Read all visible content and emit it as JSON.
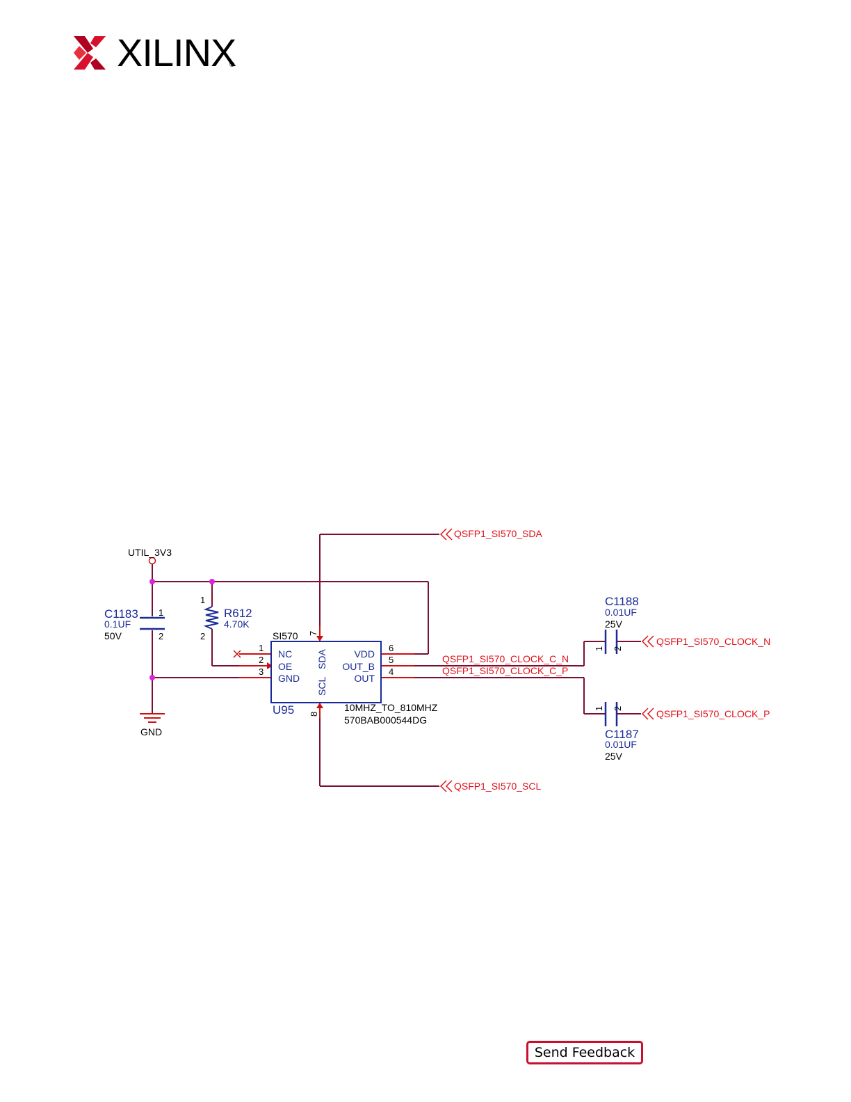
{
  "logo": {
    "text": "XILINX",
    "registered": "®"
  },
  "schematic": {
    "power_net": "UTIL_3V3",
    "ground_net": "GND",
    "c1183": {
      "ref": "C1183",
      "value": "0.1UF",
      "voltage": "50V",
      "pin1": "1",
      "pin2": "2"
    },
    "r612": {
      "ref": "R612",
      "value": "4.70K",
      "pin1": "1",
      "pin2": "2"
    },
    "u95": {
      "part": "SI570",
      "ref": "U95",
      "freq": "10MHZ_TO_810MHZ",
      "pn": "570BAB000544DG",
      "pins_left": [
        {
          "num": "1",
          "name": "NC"
        },
        {
          "num": "2",
          "name": "OE"
        },
        {
          "num": "3",
          "name": "GND"
        }
      ],
      "pins_right": [
        {
          "num": "6",
          "name": "VDD"
        },
        {
          "num": "5",
          "name": "OUT_B"
        },
        {
          "num": "4",
          "name": "OUT"
        }
      ],
      "pin_top": {
        "num": "7",
        "name": "SDA"
      },
      "pin_bottom": {
        "num": "8",
        "name": "SCL"
      }
    },
    "c1188": {
      "ref": "C1188",
      "value": "0.01UF",
      "voltage": "25V",
      "pin1": "1",
      "pin2": "2"
    },
    "c1187": {
      "ref": "C1187",
      "value": "0.01UF",
      "voltage": "25V",
      "pin1": "1",
      "pin2": "2"
    },
    "nets": {
      "sda": "QSFP1_SI570_SDA",
      "scl": "QSFP1_SI570_SCL",
      "clk_c_n": "QSFP1_SI570_CLOCK_C_N",
      "clk_c_p": "QSFP1_SI570_CLOCK_C_P",
      "clk_n": "QSFP1_SI570_CLOCK_N",
      "clk_p": "QSFP1_SI570_CLOCK_P"
    },
    "colors": {
      "wire": "#7a1030",
      "part": "#1a2a9a",
      "net": "#e0101a",
      "junction": "#e020e0",
      "pin": "#cc1010"
    }
  },
  "feedback": {
    "label": "Send Feedback"
  }
}
